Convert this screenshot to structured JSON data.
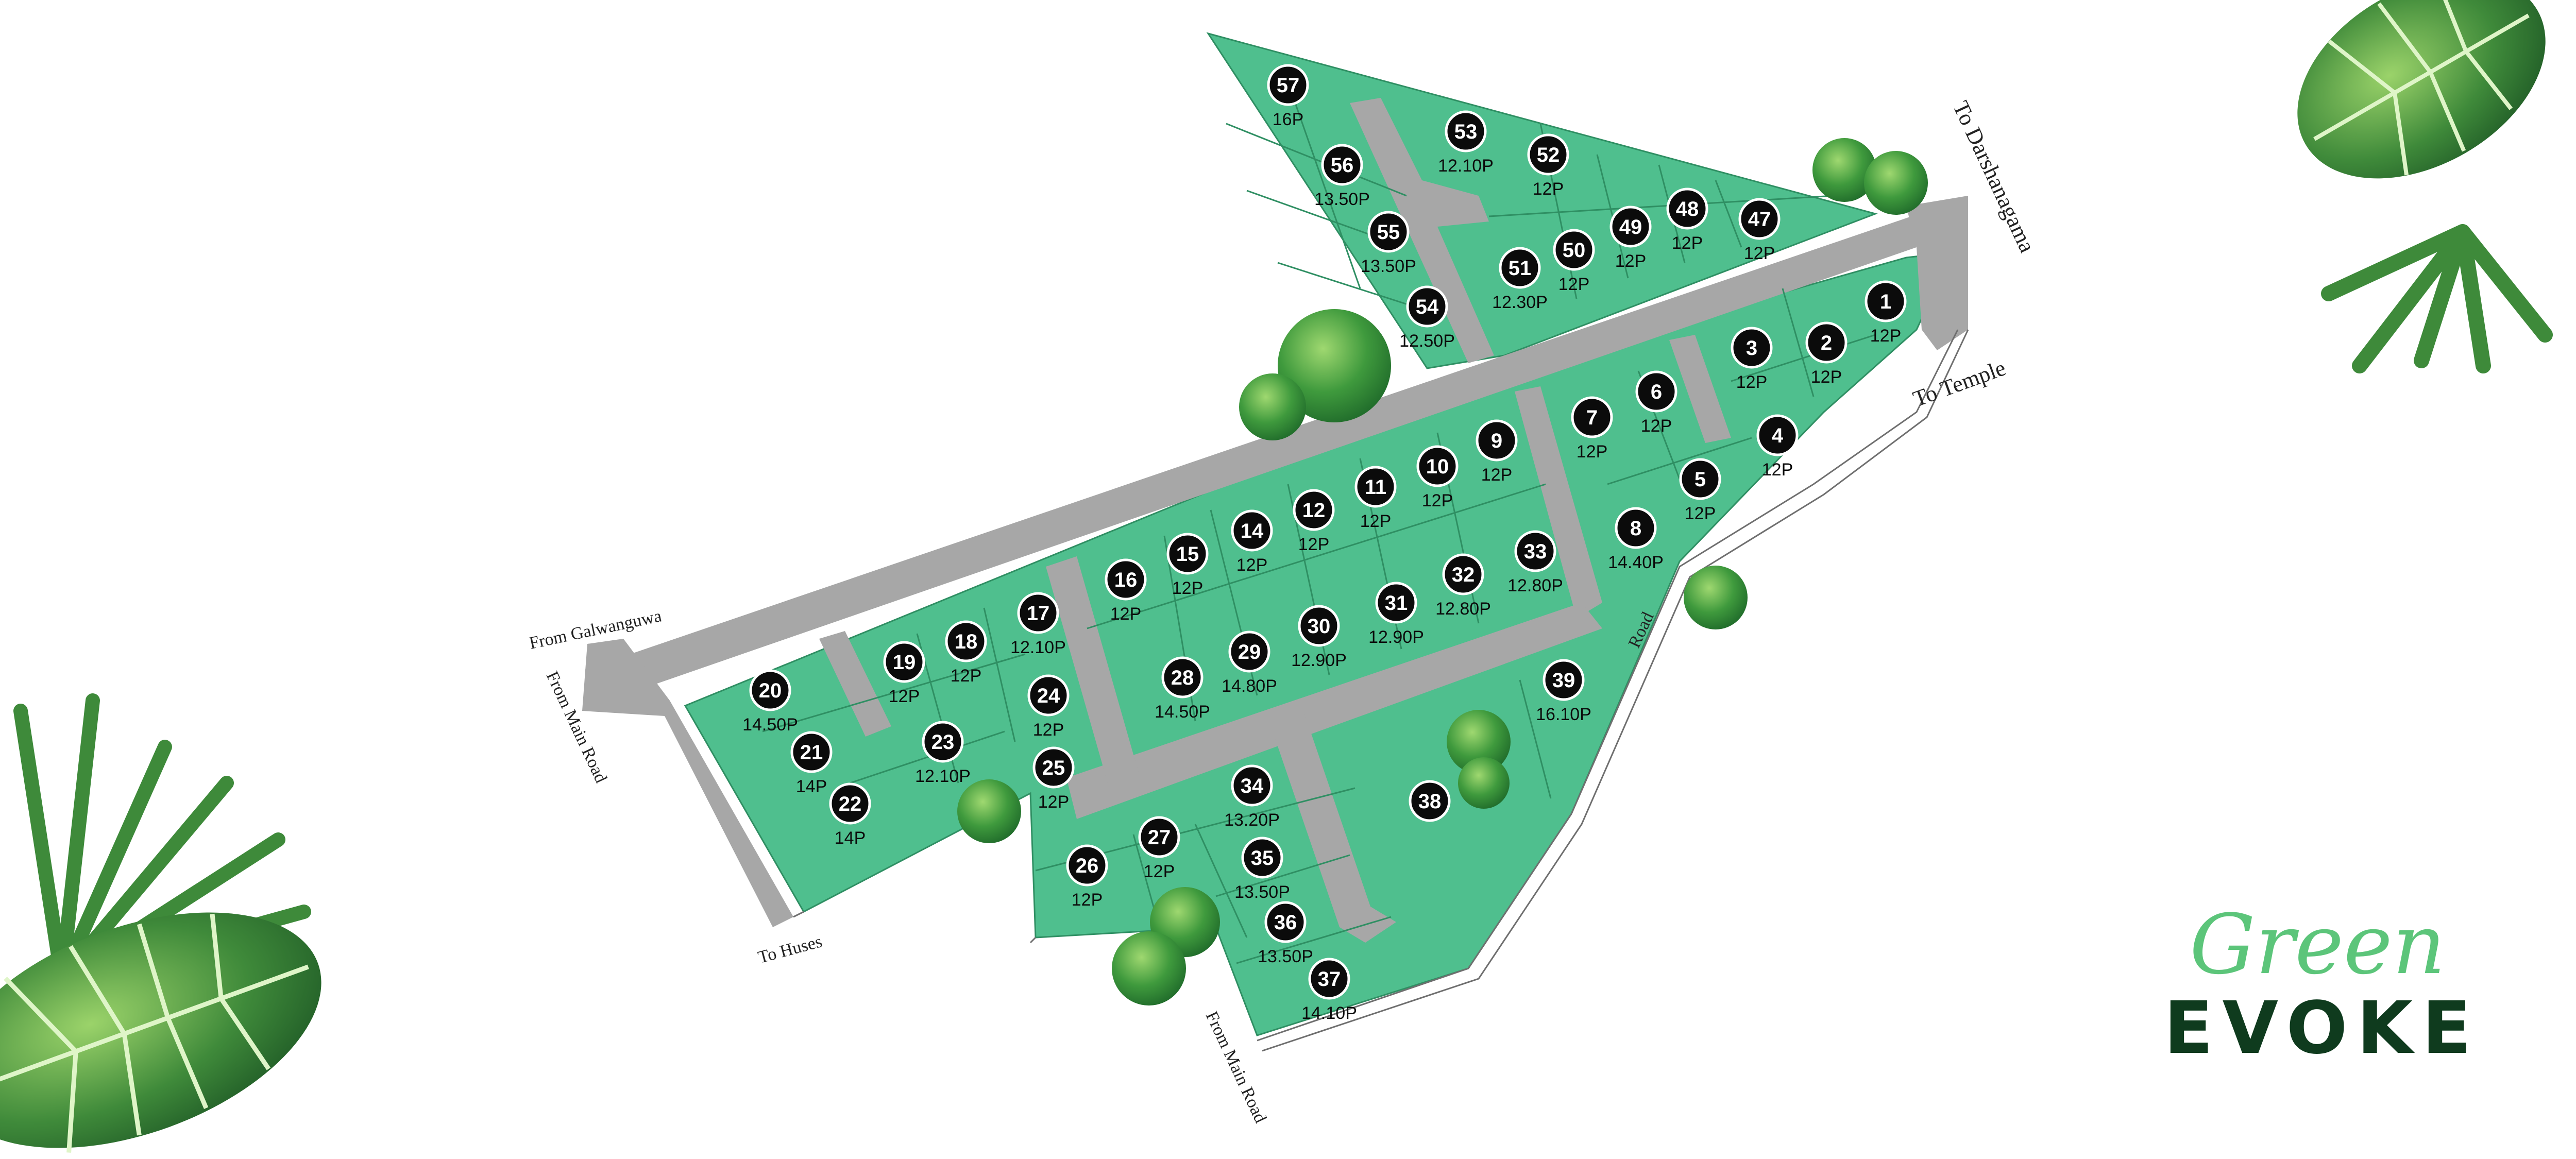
{
  "labels": {
    "to_darshanagama": "To Darshanagama",
    "to_temple": "To Temple",
    "from_galwanguwa": "From Galwanguwa",
    "from_main_road_left": "From Main Road",
    "to_huses": "To Huses",
    "road": "Road",
    "from_main_road_bottom": "From Main Road"
  },
  "logo": {
    "script": "Green",
    "brand": "EVOKE"
  },
  "colors": {
    "plot": "#4fbf8e",
    "road": "#a7a7a7",
    "badge": "#0b0b0b",
    "logo_green": "#5cc57a",
    "logo_dark": "#0f3b1e"
  },
  "lots": [
    {
      "id": "57",
      "area": "16P"
    },
    {
      "id": "56",
      "area": "13.50P"
    },
    {
      "id": "55",
      "area": "13.50P"
    },
    {
      "id": "54",
      "area": "12.50P"
    },
    {
      "id": "53",
      "area": "12.10P"
    },
    {
      "id": "52",
      "area": "12P"
    },
    {
      "id": "51",
      "area": "12.30P"
    },
    {
      "id": "50",
      "area": "12P"
    },
    {
      "id": "49",
      "area": "12P"
    },
    {
      "id": "48",
      "area": "12P"
    },
    {
      "id": "47",
      "area": "12P"
    },
    {
      "id": "1",
      "area": "12P"
    },
    {
      "id": "2",
      "area": "12P"
    },
    {
      "id": "3",
      "area": "12P"
    },
    {
      "id": "4",
      "area": "12P"
    },
    {
      "id": "5",
      "area": "12P"
    },
    {
      "id": "6",
      "area": "12P"
    },
    {
      "id": "7",
      "area": "12P"
    },
    {
      "id": "8",
      "area": "14.40P"
    },
    {
      "id": "9",
      "area": "12P"
    },
    {
      "id": "10",
      "area": "12P"
    },
    {
      "id": "11",
      "area": "12P"
    },
    {
      "id": "12",
      "area": "12P"
    },
    {
      "id": "14",
      "area": "12P"
    },
    {
      "id": "15",
      "area": "12P"
    },
    {
      "id": "16",
      "area": "12P"
    },
    {
      "id": "17",
      "area": "12.10P"
    },
    {
      "id": "18",
      "area": "12P"
    },
    {
      "id": "19",
      "area": "12P"
    },
    {
      "id": "20",
      "area": "14.50P"
    },
    {
      "id": "21",
      "area": "14P"
    },
    {
      "id": "22",
      "area": "14P"
    },
    {
      "id": "23",
      "area": "12.10P"
    },
    {
      "id": "24",
      "area": "12P"
    },
    {
      "id": "25",
      "area": "12P"
    },
    {
      "id": "26",
      "area": "12P"
    },
    {
      "id": "27",
      "area": "12P"
    },
    {
      "id": "28",
      "area": "14.50P"
    },
    {
      "id": "29",
      "area": "14.80P"
    },
    {
      "id": "30",
      "area": "12.90P"
    },
    {
      "id": "31",
      "area": "12.90P"
    },
    {
      "id": "32",
      "area": "12.80P"
    },
    {
      "id": "33",
      "area": "12.80P"
    },
    {
      "id": "34",
      "area": "13.20P"
    },
    {
      "id": "35",
      "area": "13.50P"
    },
    {
      "id": "36",
      "area": "13.50P"
    },
    {
      "id": "37",
      "area": "14.10P"
    },
    {
      "id": "38",
      "area": ""
    },
    {
      "id": "39",
      "area": "16.10P"
    }
  ]
}
